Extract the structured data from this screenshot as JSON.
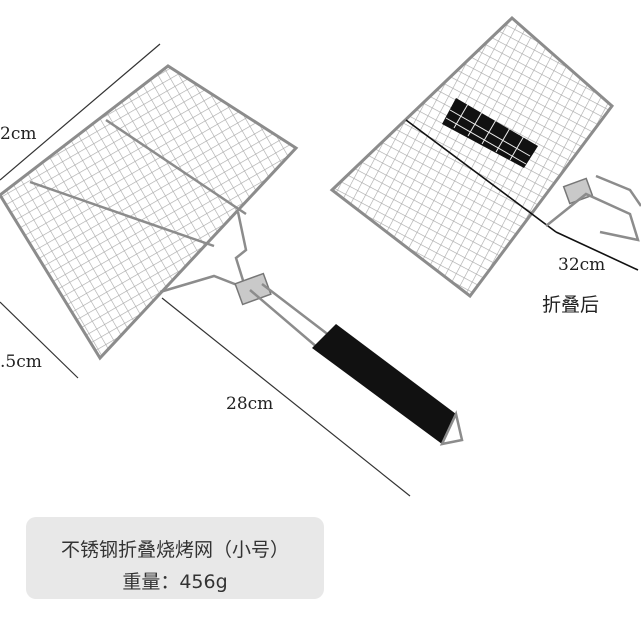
{
  "dimensions": {
    "width_label": "2cm",
    "depth_label": ".5cm",
    "handle_length_label": "28cm",
    "folded_length_label": "32cm"
  },
  "folded_caption": "折叠后",
  "product": {
    "title": "不锈钢折叠烧烤网（小号）",
    "weight": "重量：456g"
  },
  "colors": {
    "background": "#ffffff",
    "wire": "#9a9a9a",
    "handle": "#111111",
    "info_box": "#e8e8e8"
  }
}
